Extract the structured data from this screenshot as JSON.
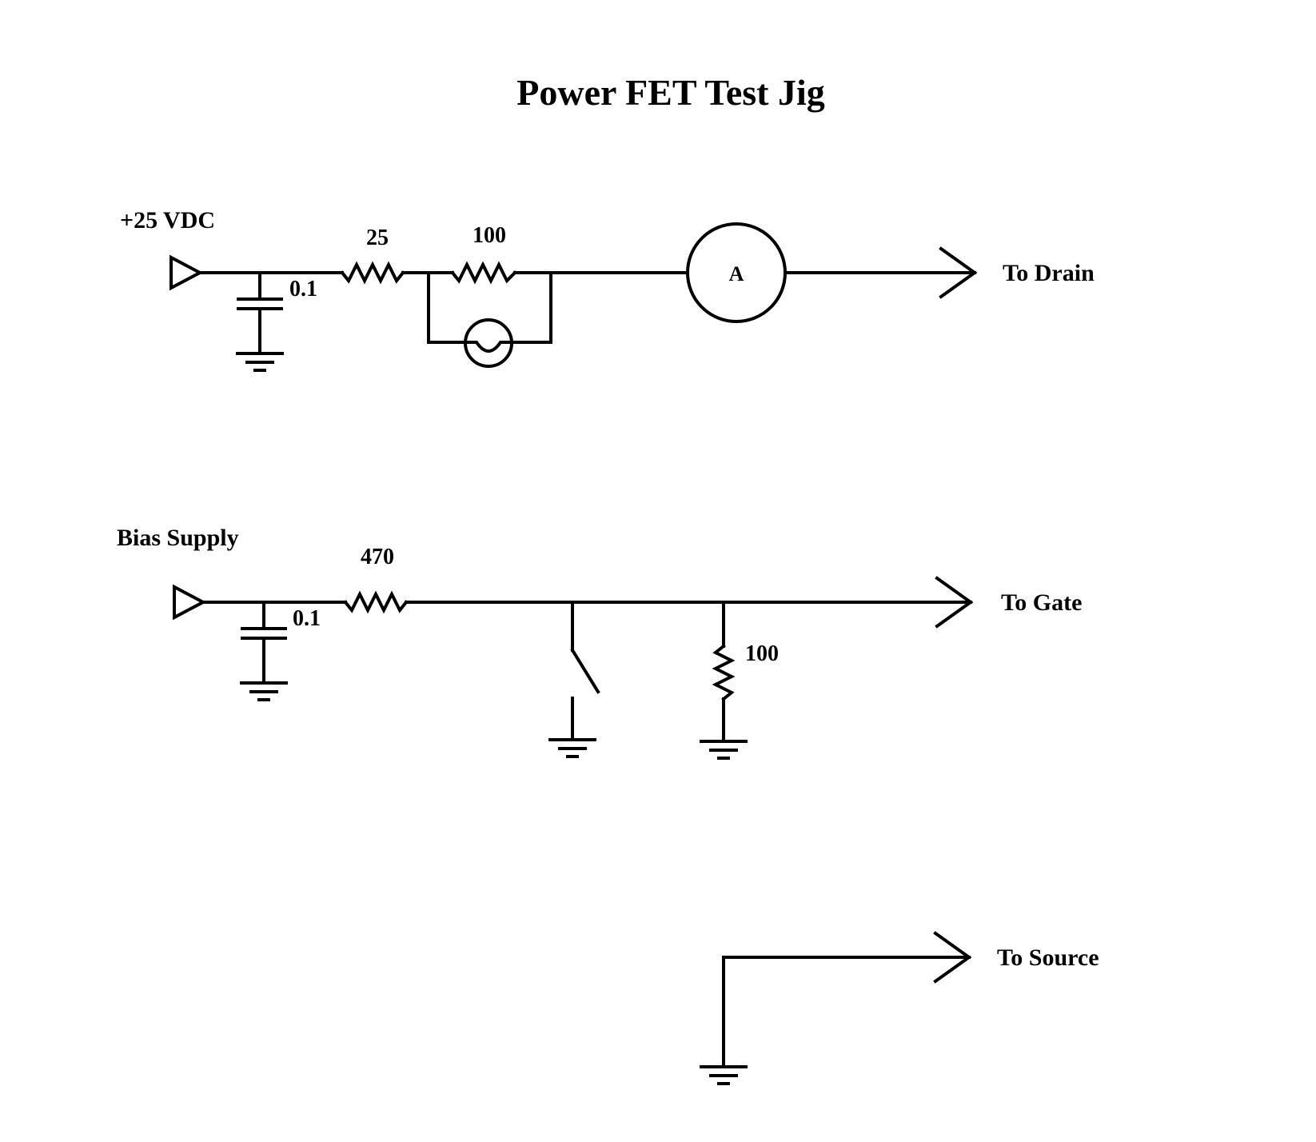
{
  "title": "Power FET Test Jig",
  "drain_circuit": {
    "supply_label": "+25 VDC",
    "capacitor_value": "0.1",
    "resistor_1_value": "25",
    "resistor_2_value": "100",
    "meter_label": "A",
    "output_label": "To Drain"
  },
  "gate_circuit": {
    "supply_label": "Bias Supply",
    "capacitor_value": "0.1",
    "series_resistor_value": "470",
    "shunt_resistor_value": "100",
    "output_label": "To Gate"
  },
  "source_circuit": {
    "output_label": "To Source"
  }
}
